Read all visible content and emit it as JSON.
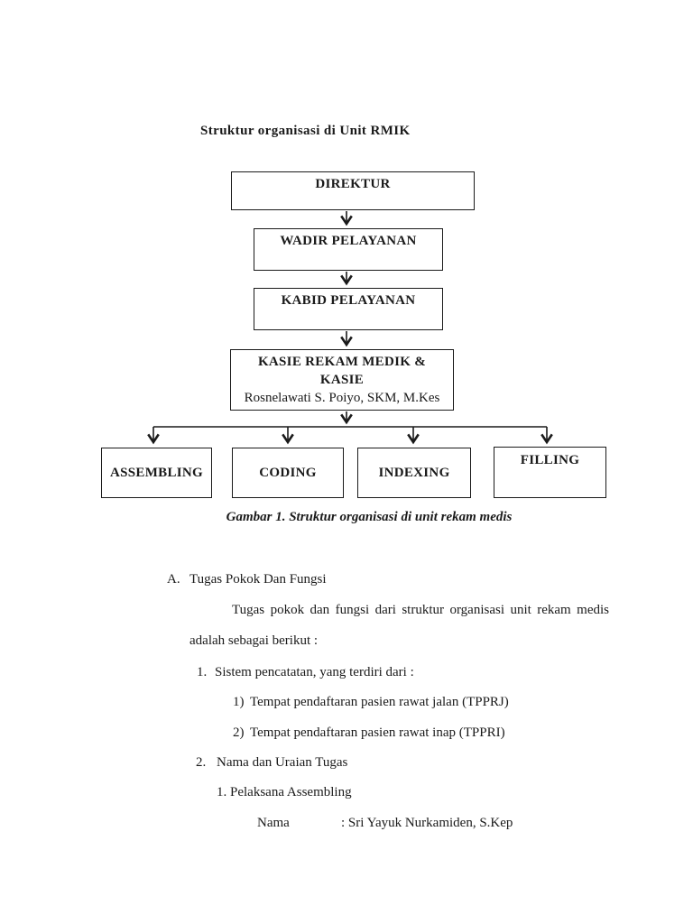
{
  "page": {
    "title": "Struktur organisasi di Unit RMIK",
    "caption": "Gambar 1. Struktur organisasi di unit rekam medis",
    "background_color": "#ffffff",
    "line_color": "#1a1a1a"
  },
  "org_chart": {
    "direktur": "DIREKTUR",
    "wadir": "WADIR PELAYANAN",
    "kabid": "KABID PELAYANAN",
    "kasie_line1": "KASIE REKAM MEDIK &",
    "kasie_line2": "KASIE",
    "kasie_name": "Rosnelawati S. Poiyo, SKM, M.Kes",
    "units": [
      "ASSEMBLING",
      "CODING",
      "INDEXING",
      "FILLING"
    ]
  },
  "body": {
    "section_label": "A.",
    "section_title": "Tugas Pokok Dan Fungsi",
    "para_line1": "Tugas pokok dan fungsi dari struktur organisasi unit rekam medis",
    "para_line2": "adalah sebagai berikut :",
    "item1_num": "1.",
    "item1_text": "Sistem pencatatan, yang terdiri dari :",
    "sub1_num": "1)",
    "sub1_text": "Tempat pendaftaran pasien rawat jalan (TPPRJ)",
    "sub2_num": "2)",
    "sub2_text": "Tempat pendaftaran pasien rawat inap (TPPRI)",
    "item2_num": "2.",
    "item2_text": "Nama dan Uraian Tugas",
    "sub_item_assembling": "1. Pelaksana Assembling",
    "nama_label": "Nama",
    "nama_value": ": Sri Yayuk Nurkamiden, S.Kep"
  }
}
